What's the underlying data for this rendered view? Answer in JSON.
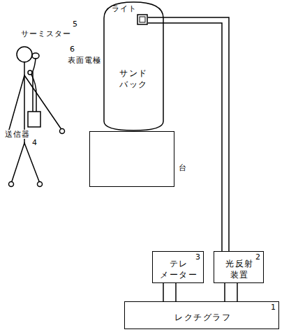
{
  "diagram": {
    "nodes": [
      {
        "text": [
          "サンド バック"
        ]
      },
      {
        "text": [
          "ライト"
        ],
        "in": 0
      },
      {
        "text": [
          "台"
        ]
      },
      {
        "text": [
          "テレ メーター",
          "3"
        ]
      },
      {
        "text": [
          "光反射 装置",
          "2"
        ]
      },
      {
        "text": [
          "レクチグラフ",
          "1"
        ]
      }
    ],
    "edges": [
      {
        "from": 1,
        "to": 4,
        "arrow": "none"
      },
      {
        "from": 3,
        "to": 5,
        "arrow": "none"
      },
      {
        "from": 4,
        "to": 5,
        "arrow": "none"
      }
    ],
    "labels": [
      "サーミスター",
      "5",
      "表面電極",
      "6",
      "送信器",
      "4"
    ]
  }
}
